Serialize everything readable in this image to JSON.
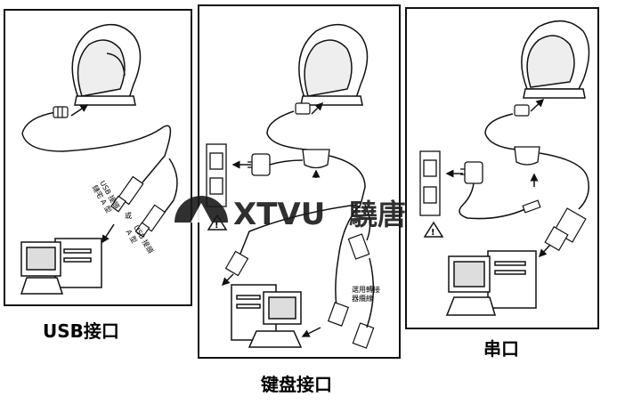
{
  "captions": {
    "usb": "USB接口",
    "keyboard": "键盘接口",
    "serial": "串口"
  },
  "labels": {
    "usb_a_type": "USB 接頭\n鏈宅 A 型",
    "or": "或",
    "usb_a_type_2": "USB 接頭\nA 型",
    "adapter_cable": "選用轉接\n器纜線"
  },
  "watermark": {
    "latin": "XTVU",
    "cjk": "驍唐"
  },
  "colors": {
    "line": "#111111",
    "watermark": "#1a1a1a"
  },
  "icons": [
    "scanner-icon",
    "computer-icon",
    "power-adapter-icon",
    "outlet-icon",
    "warning-icon",
    "usb-plug-icon",
    "ps2-plug-icon",
    "db9-connector-icon",
    "arrow-icon"
  ]
}
